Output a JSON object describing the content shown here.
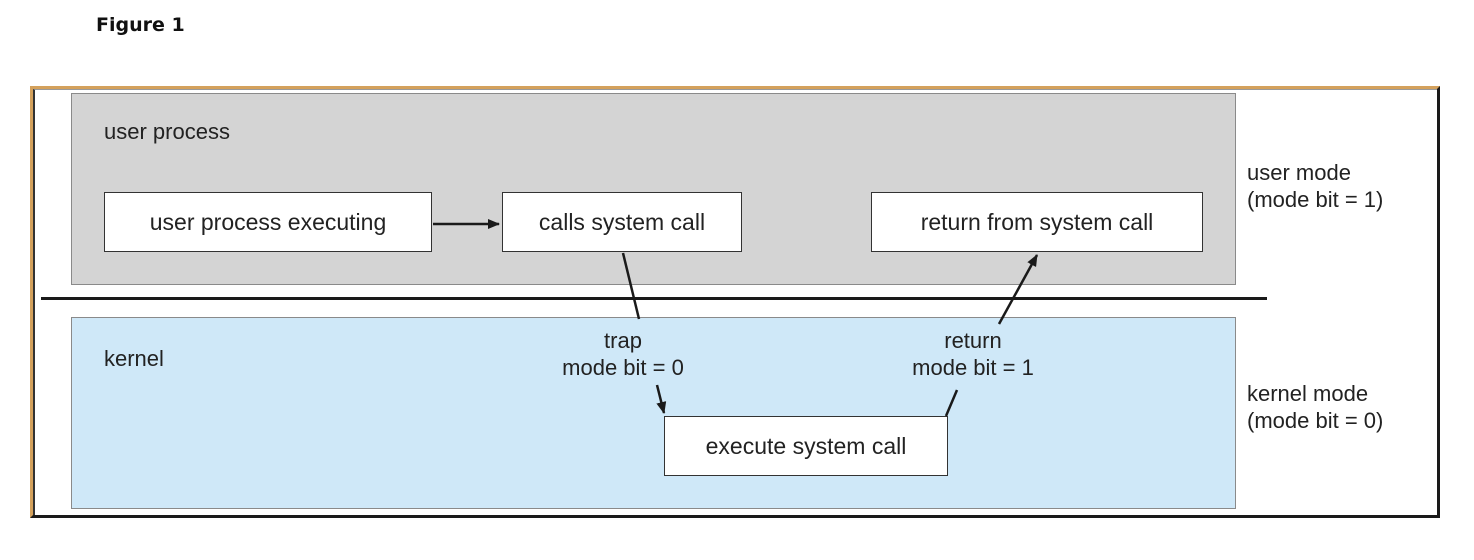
{
  "caption": "Figure 1",
  "user_region": {
    "label": "user process",
    "mode_line1": "user mode",
    "mode_line2": "(mode bit = 1)"
  },
  "kernel_region": {
    "label": "kernel",
    "mode_line1": "kernel mode",
    "mode_line2": "(mode bit = 0)"
  },
  "boxes": {
    "executing": "user process executing",
    "calls": "calls system call",
    "return_from": "return from system call",
    "execute": "execute system call"
  },
  "transitions": {
    "trap_line1": "trap",
    "trap_line2": "mode bit = 0",
    "return_line1": "return",
    "return_line2": "mode bit = 1"
  },
  "colors": {
    "user_region": "#d4d4d4",
    "kernel_region": "#cfe8f8",
    "frame_border": "#d4a15c"
  }
}
